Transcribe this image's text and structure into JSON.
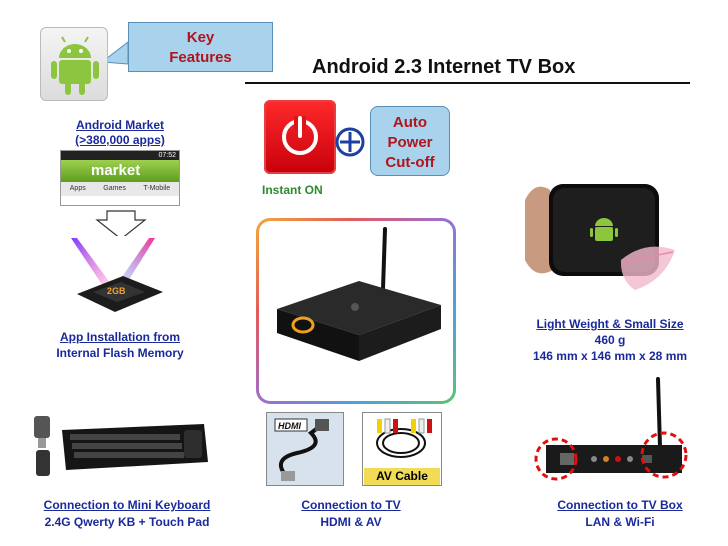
{
  "header": {
    "key_features": "Key\nFeatures",
    "title": "Android 2.3 Internet TV Box"
  },
  "market": {
    "label_line1": "Android Market",
    "label_line2": "(>380,000 apps)",
    "screen_time": "07:52",
    "screen_title": "market",
    "tabs": [
      "Apps",
      "Games",
      "T-Mobile"
    ]
  },
  "storage": {
    "chip_label": "2GB",
    "label_line1": "App Installation from",
    "label_line2": "Internal Flash Memory"
  },
  "power": {
    "auto_line1": "Auto",
    "auto_line2": "Power",
    "auto_line3": "Cut-off",
    "instant_on": "Instant ON"
  },
  "size": {
    "line1": "Light Weight & Small Size",
    "line2": "460 g",
    "line3": "146 mm x 146 mm x 28 mm"
  },
  "keyboard": {
    "line1": "Connection to Mini Keyboard",
    "line2": "2.4G Qwerty KB + Touch Pad"
  },
  "tv": {
    "hdmi_logo": "HDMI",
    "av_label": "AV Cable",
    "line1": "Connection to TV",
    "line2": "HDMI & AV"
  },
  "box_conn": {
    "line1": "Connection to TV Box",
    "line2": "LAN & Wi-Fi"
  }
}
